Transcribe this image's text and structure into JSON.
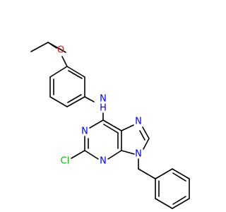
{
  "colors": {
    "bond": "#000000",
    "carbon": "#000000",
    "nitrogen": "#0000ff",
    "oxygen": "#ff0000",
    "chlorine": "#00c000",
    "background": "#ffffff"
  },
  "atoms": {
    "oxygen": {
      "symbol": "O",
      "element": "oxygen"
    },
    "amine_n": {
      "symbol": "N",
      "element": "nitrogen"
    },
    "amine_h": {
      "symbol": "H",
      "element": "nitrogen"
    },
    "n1": {
      "symbol": "N",
      "element": "nitrogen"
    },
    "n3": {
      "symbol": "N",
      "element": "nitrogen"
    },
    "n7": {
      "symbol": "N",
      "element": "nitrogen"
    },
    "n9": {
      "symbol": "N",
      "element": "nitrogen"
    },
    "chlorine": {
      "symbol": "Cl",
      "element": "chlorine"
    }
  }
}
